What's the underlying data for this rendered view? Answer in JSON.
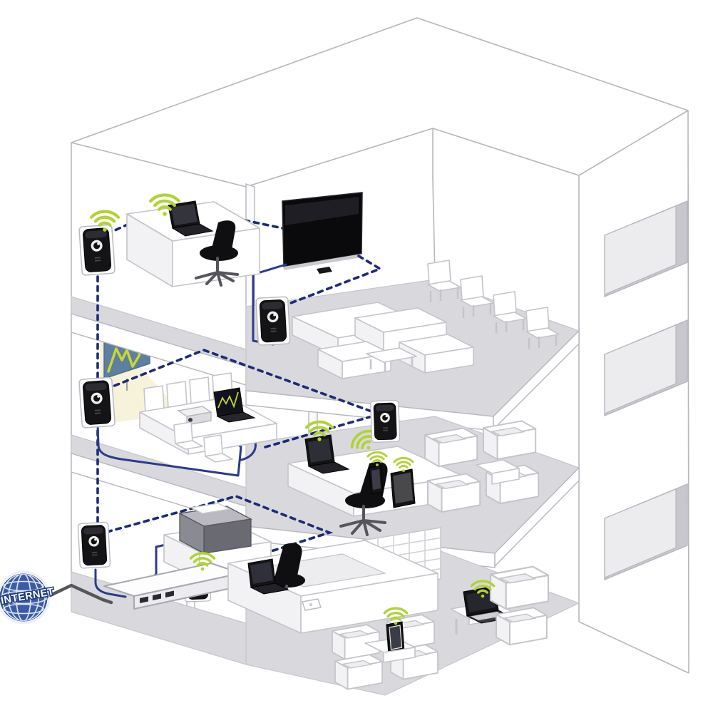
{
  "internet": {
    "label": "INTERNET"
  },
  "colors": {
    "wifi": "#b2d235",
    "powerline_link": "#1d2a78",
    "ethernet_cable": "#2b3a8c",
    "internet_cable": "#55575b",
    "globe": "#3a5ca6",
    "globe_dark": "#1d3a78",
    "building_line": "#b6b6be",
    "floor": "#d9d9dd",
    "floor_line": "#c6c6cc",
    "furniture_line": "#c4c4ca",
    "device_black": "#141416",
    "screen_blue": "#5f7f9e",
    "chart_line": "#c8d832",
    "beam": "#f6f1d3"
  },
  "diagram": {
    "type": "isometric-building-network",
    "windows_count": 3,
    "powerline_adapter_count": 6,
    "wifi_signal_count": 9,
    "floors": [
      {
        "id": "top-floor",
        "devices": [
          "powerline-adapter-wifi",
          "laptop-wifi",
          "flat-screen-tv",
          "powerline-adapter-tv"
        ],
        "furniture": [
          "desk",
          "office-chair",
          "sideboard",
          "sofa-set-with-table",
          "chair-row-4"
        ]
      },
      {
        "id": "middle-floor",
        "devices": [
          "powerline-adapter",
          "projector-screen-with-chart",
          "projector",
          "conference-laptop",
          "wall-socket",
          "powerline-adapter-wifi",
          "laptop-wifi",
          "smartphone-wifi",
          "tablet-wifi"
        ],
        "furniture": [
          "conference-table",
          "conference-chairs",
          "desk",
          "office-chair",
          "armchair-set-with-table"
        ]
      },
      {
        "id": "ground-floor",
        "devices": [
          "powerline-adapter",
          "printer",
          "internet-router",
          "powerline-adapter-wifi",
          "reception-laptop",
          "desk-phone",
          "tablet-wifi",
          "laptop-wifi"
        ],
        "furniture": [
          "printer-shelf",
          "lattice-divider",
          "reception-desk",
          "office-chair",
          "armchair-set-with-table",
          "side-table",
          "sofa"
        ]
      }
    ],
    "links": {
      "internet_to_router": "cable",
      "powerline_backbone": "dashed-through-walls",
      "tv_link": "ethernet-cable",
      "projector_laptop_link": "ethernet-cable"
    }
  }
}
